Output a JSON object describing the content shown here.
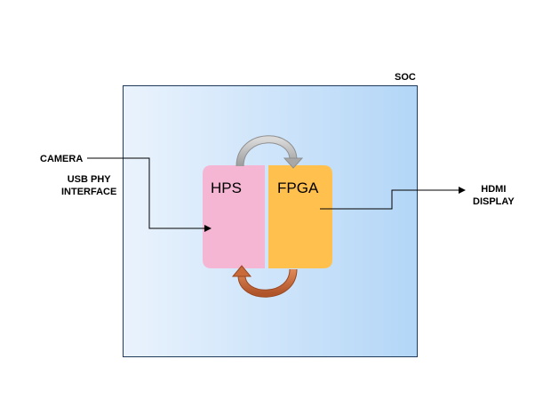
{
  "diagram": {
    "soc": {
      "label": "SOC"
    },
    "blocks": {
      "hps": {
        "label": "HPS",
        "color": "#f4b6d2"
      },
      "fpga": {
        "label": "FPGA",
        "color": "#ffc04d"
      }
    },
    "inputs": {
      "camera": {
        "label": "CAMERA"
      },
      "usb": {
        "line1": "USB PHY",
        "line2": "INTERFACE"
      }
    },
    "outputs": {
      "hdmi": {
        "line1": "HDMI",
        "line2": "DISPLAY"
      }
    },
    "colors": {
      "soc_gradient_start": "#eaf3fd",
      "soc_gradient_end": "#b3d6f7",
      "soc_border": "#1f3a5a",
      "top_arrow": "#b8b8b8",
      "bottom_arrow": "#c86a3a"
    }
  }
}
